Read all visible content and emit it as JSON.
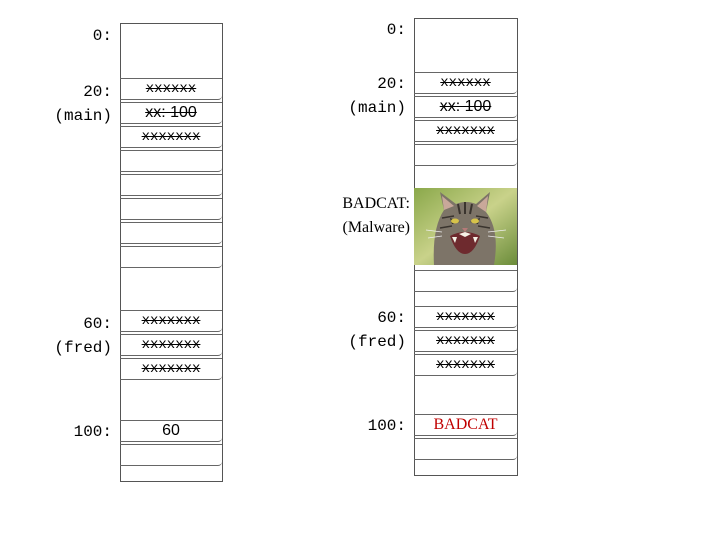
{
  "left": {
    "label_0": "0:",
    "label_20": "20:\n(main)",
    "label_60": "60:\n(fred)",
    "label_100": "100:",
    "main_row1": "xxxxxx",
    "main_row2": "xx: 100",
    "main_row3": "xxxxxxx",
    "fred_row1": "xxxxxxx",
    "fred_row2": "xxxxxxx",
    "fred_row3": "xxxxxxx",
    "addr100_value": "60"
  },
  "right": {
    "label_0": "0:",
    "label_20": "20:\n(main)",
    "label_badcat": "BADCAT:\n(Malware)",
    "label_60": "60:\n(fred)",
    "label_100": "100:",
    "main_row1": "xxxxxx",
    "main_row2": "xx: 100",
    "main_row3": "xxxxxxx",
    "fred_row1": "xxxxxxx",
    "fred_row2": "xxxxxxx",
    "fred_row3": "xxxxxxx",
    "addr100_value": "BADCAT"
  },
  "colors": {
    "badcat": "#c00000",
    "border": "#555555"
  },
  "icons": {
    "malware_image": "angry-cat-photo"
  }
}
